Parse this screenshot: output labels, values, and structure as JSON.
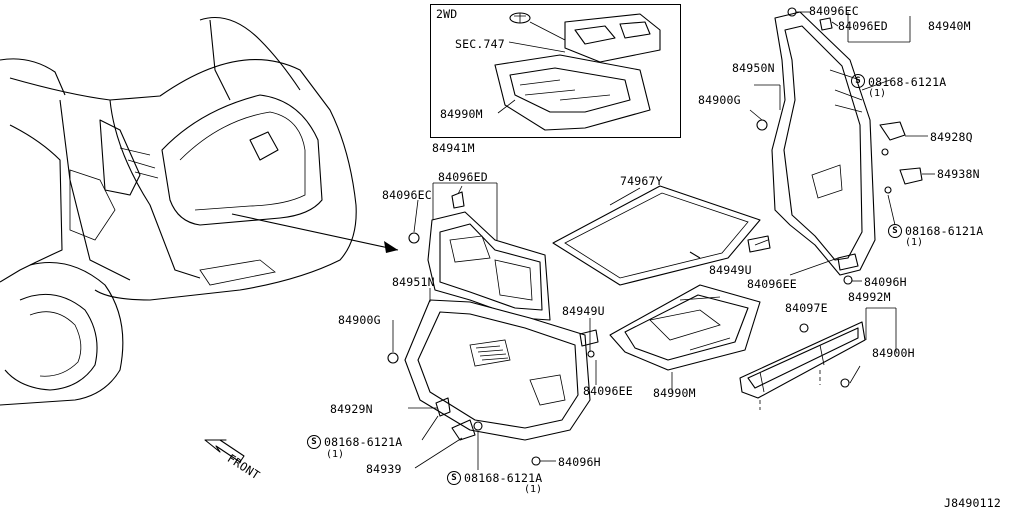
{
  "diagram": {
    "inset_title": "2WD",
    "drawing_id": "J8490112",
    "direction_label": "FRONT",
    "labels": {
      "sec747": "SEC.747",
      "p84990m_inset": "84990M",
      "p84096ec_top": "84096EC",
      "p84096ed_top": "84096ED",
      "p84940m": "84940M",
      "p84950n": "84950N",
      "p84900g_right": "84900G",
      "p08168_r1": "08168-6121A",
      "p08168_r1_qty": "(1)",
      "p84928q": "84928Q",
      "p84938n": "84938N",
      "p08168_r2": "08168-6121A",
      "p08168_r2_qty": "(1)",
      "p84096h_right": "84096H",
      "p84941m": "84941M",
      "p84096ed_mid": "84096ED",
      "p84096ec_mid": "84096EC",
      "p74967y": "74967Y",
      "p84949u_right": "84949U",
      "p84096ee_right": "84096EE",
      "p84951n": "84951N",
      "p84900g_left": "84900G",
      "p84949u_mid": "84949U",
      "p84096ee_mid": "84096EE",
      "p84990m_main": "84990M",
      "p84097e": "84097E",
      "p84992m": "84992M",
      "p84900h": "84900H",
      "p84929n": "84929N",
      "p08168_l": "08168-6121A",
      "p08168_l_qty": "(1)",
      "p84939": "84939",
      "p08168_b": "08168-6121A",
      "p08168_b_qty": "(1)",
      "p84096h_bottom": "84096H",
      "screw_symbol": "S"
    }
  }
}
